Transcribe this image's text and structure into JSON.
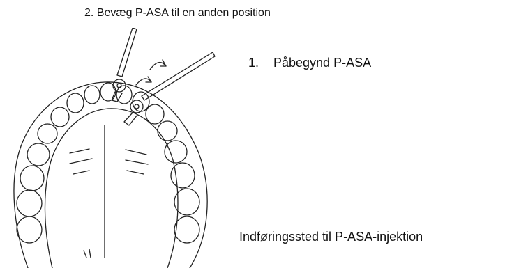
{
  "caption_step2": "2. Bevæg P-ASA til en anden position",
  "caption_step1": {
    "number": "1.",
    "text": "Påbegynd P-ASA"
  },
  "caption_site": "Indføringssted til P-ASA-injektion"
}
